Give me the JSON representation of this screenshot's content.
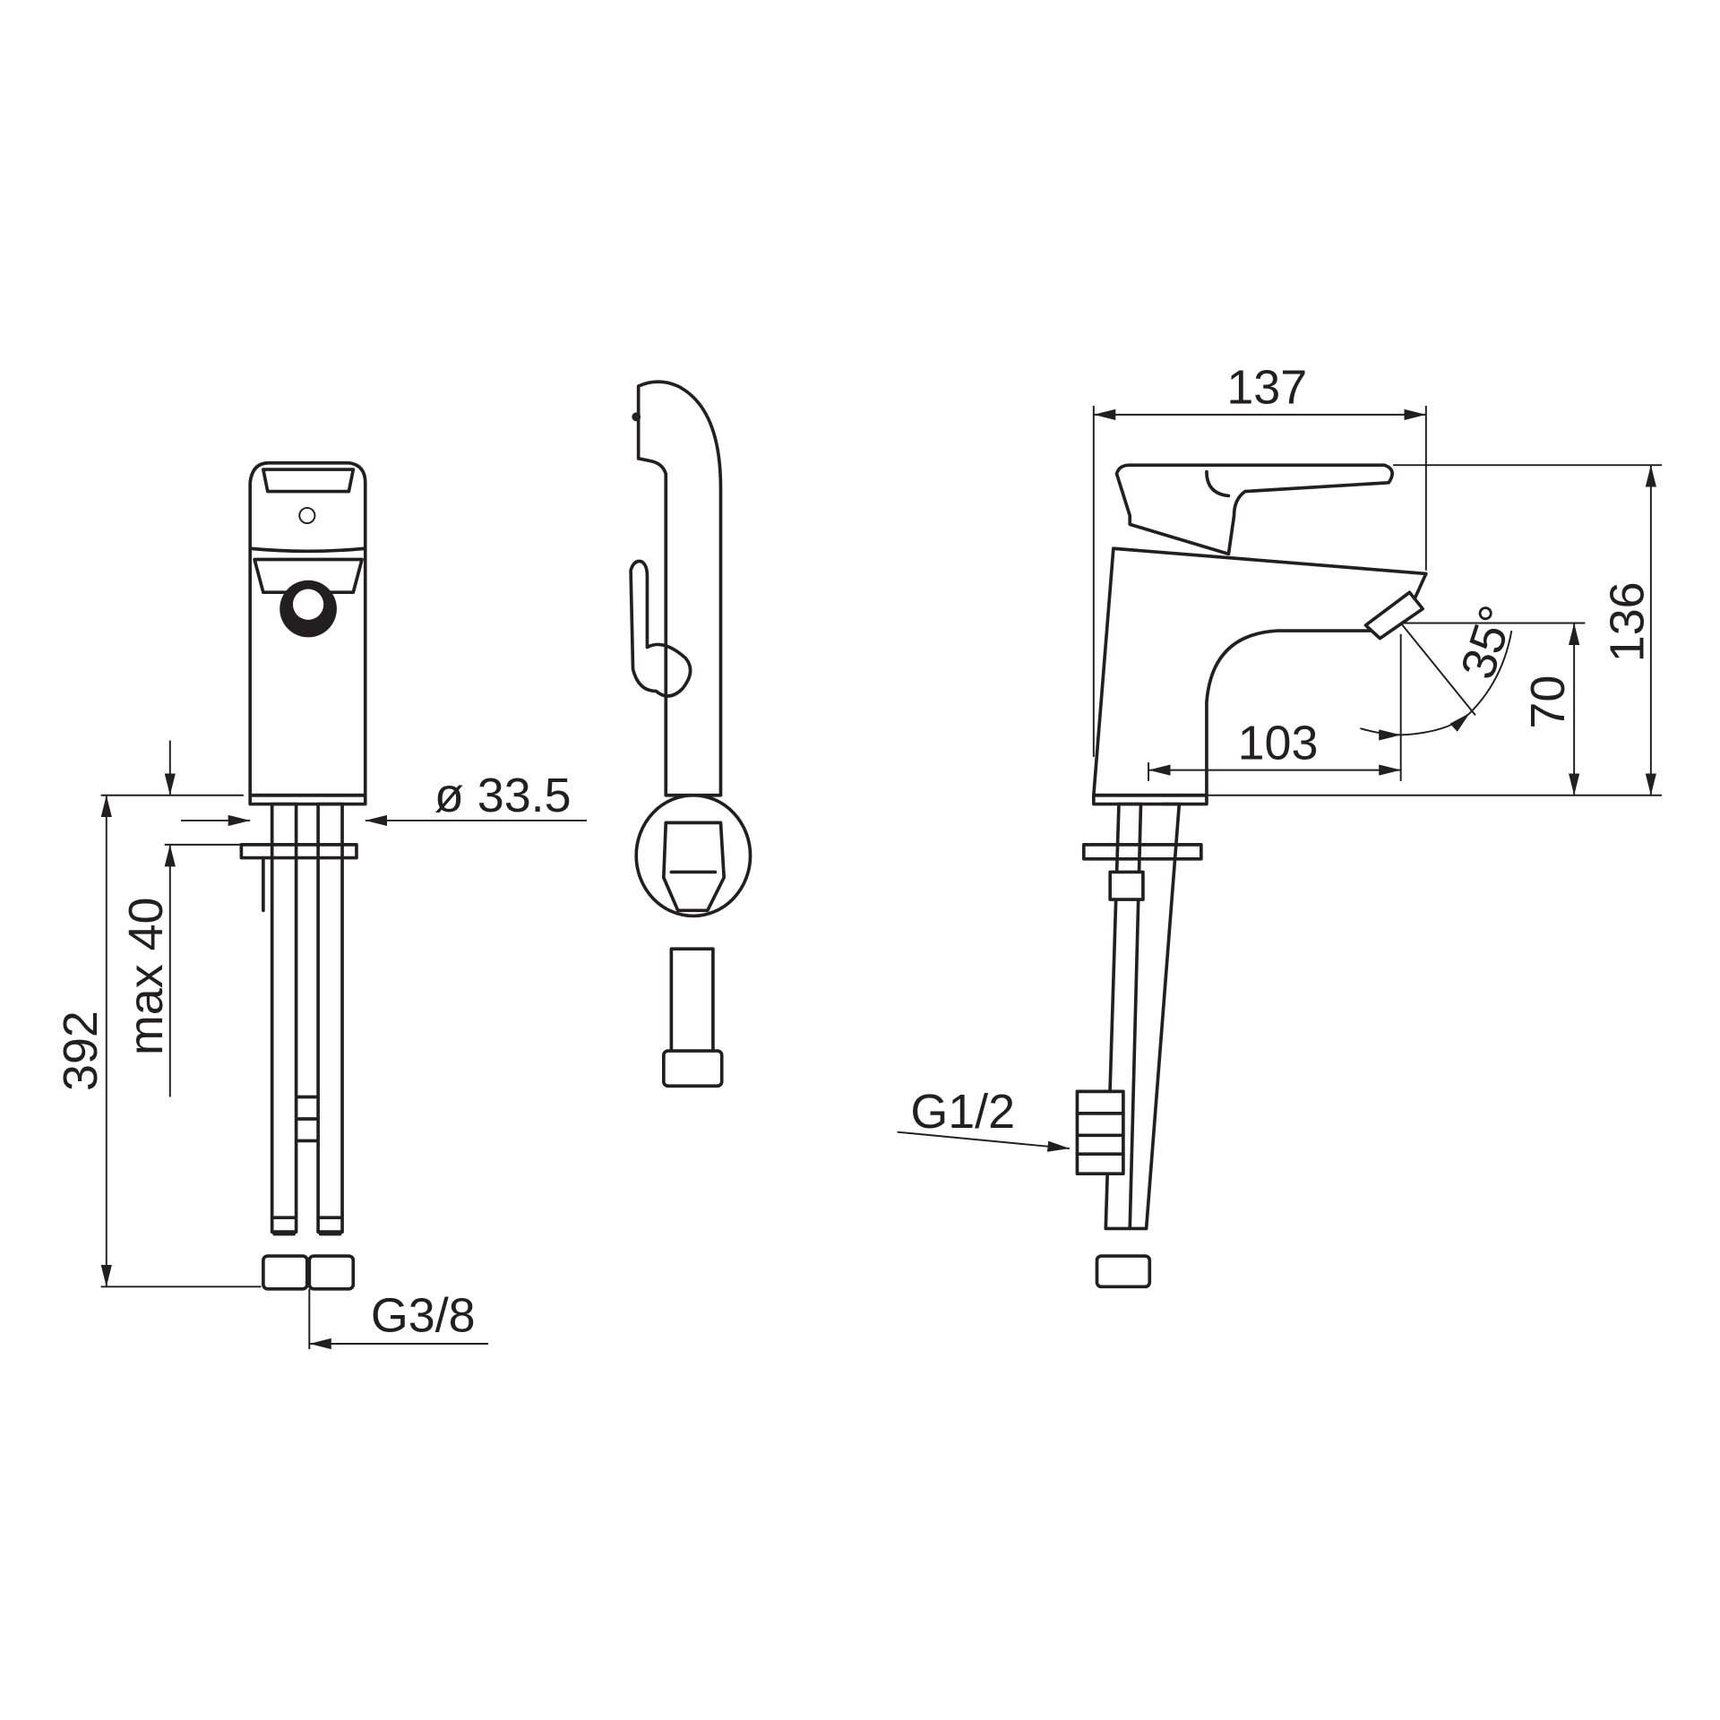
{
  "drawing": {
    "line_color": "#231f20",
    "views": [
      "front",
      "side",
      "profile"
    ],
    "dimensions": {
      "total_height": "392",
      "max_deck_thickness": "max 40",
      "body_diameter": "ø 33.5",
      "inlet_thread_front": "G3/8",
      "width": "137",
      "height": "136",
      "spout_height": "70",
      "spout_reach": "103",
      "spout_angle": "35°",
      "inlet_thread_profile": "G1/2"
    }
  }
}
